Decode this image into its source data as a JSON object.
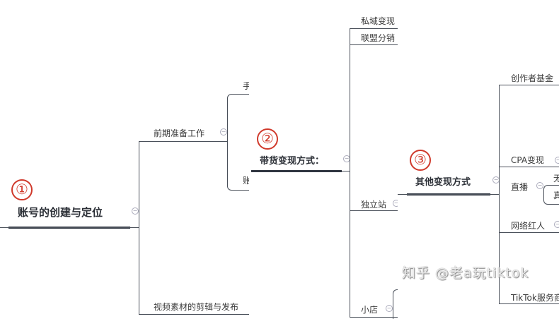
{
  "panel1": {
    "number": "①",
    "root": "账号的创建与定位",
    "branches": [
      "前期准备工作",
      "视频素材的剪辑与发布"
    ],
    "sub_partial": [
      "手",
      "账"
    ]
  },
  "panel2": {
    "number": "②",
    "root": "带货变现方式：",
    "branches": [
      "私域变现",
      "联盟分销",
      "独立站",
      "小店"
    ]
  },
  "panel3": {
    "number": "③",
    "root": "其他变现方式",
    "branches": [
      "创作者基金",
      "CPA变现",
      "直播",
      "网络红人",
      "TikTok服务商"
    ],
    "sub_partial": [
      "无",
      "真"
    ]
  },
  "watermark": "知乎 @老a玩tiktok",
  "colors": {
    "number_circle": "#d0392b",
    "line": "#4a505a"
  },
  "icons": {
    "collapse": "minus-circle-icon"
  }
}
